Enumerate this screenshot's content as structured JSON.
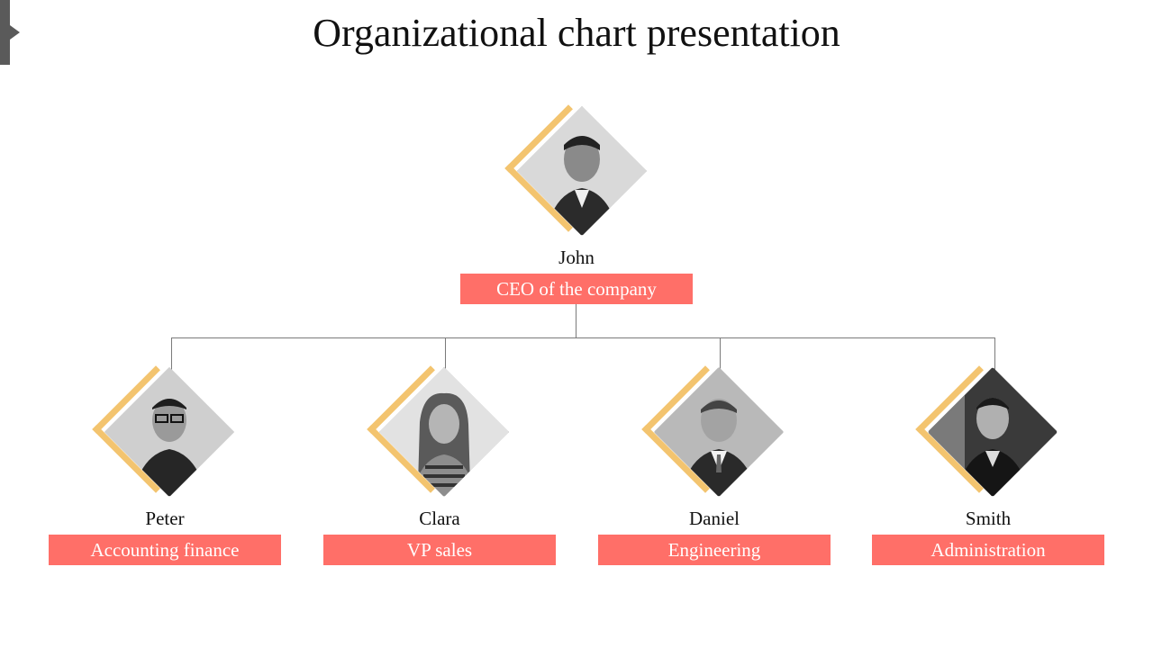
{
  "title": "Organizational chart presentation",
  "colors": {
    "accent_gold": "#f3c46f",
    "role_box": "#ff6f68",
    "connector": "#7a7a7a"
  },
  "ceo": {
    "name": "John",
    "role": "CEO of the company",
    "photo_icon": "person-photo-icon"
  },
  "reports": [
    {
      "name": "Peter",
      "role": "Accounting finance",
      "photo_icon": "person-photo-icon"
    },
    {
      "name": "Clara",
      "role": "VP sales",
      "photo_icon": "person-photo-icon"
    },
    {
      "name": "Daniel",
      "role": "Engineering",
      "photo_icon": "person-photo-icon"
    },
    {
      "name": "Smith",
      "role": "Administration",
      "photo_icon": "person-photo-icon"
    }
  ]
}
